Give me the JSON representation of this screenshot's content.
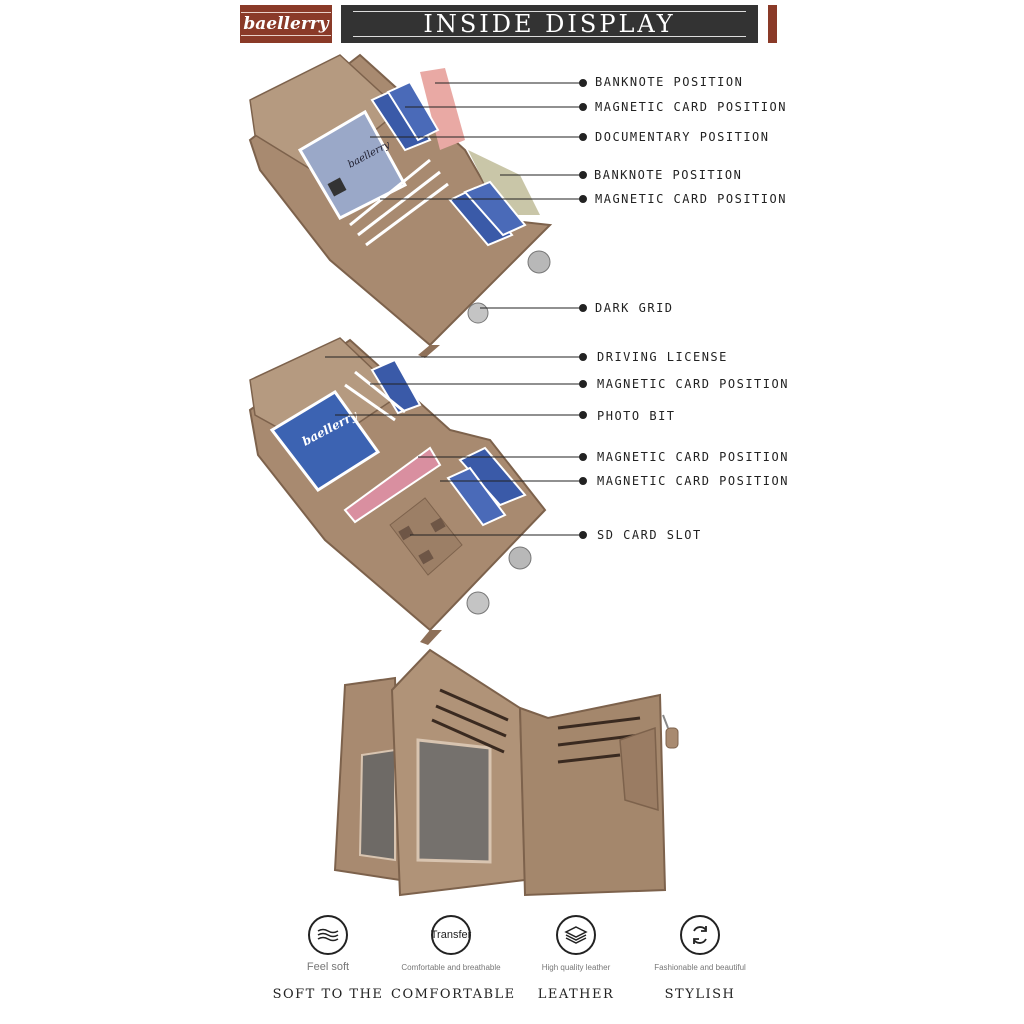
{
  "header": {
    "brand": "baellerry",
    "title": "INSIDE DISPLAY"
  },
  "callouts_wallet1": [
    "BANKNOTE POSITION",
    "MAGNETIC CARD POSITION",
    "DOCUMENTARY POSITION",
    "BANKNOTE POSITION",
    "MAGNETIC CARD POSITION",
    "DARK GRID"
  ],
  "callouts_wallet2": [
    "DRIVING LICENSE",
    "MAGNETIC CARD POSITION",
    "PHOTO BIT",
    "MAGNETIC CARD POSITION",
    "MAGNETIC CARD POSITION",
    "SD CARD SLOT"
  ],
  "card_brand": "baellerry",
  "features": [
    {
      "icon": "waves-icon",
      "icon_text": "",
      "sub": "Feel soft",
      "caption": "SOFT TO THE"
    },
    {
      "icon": "transfer-icon",
      "icon_text": "Transfer",
      "sub": "Comfortable and breathable",
      "caption": "COMFORTABLE"
    },
    {
      "icon": "layers-icon",
      "icon_text": "",
      "sub": "High quality leather",
      "caption": "LEATHER"
    },
    {
      "icon": "refresh-icon",
      "icon_text": "",
      "sub": "Fashionable and beautiful",
      "caption": "STYLISH"
    }
  ],
  "colors": {
    "brand_red": "#8a3a28",
    "header_dark": "#333333",
    "leather": "#a88a70",
    "leather_dark": "#8e7058",
    "card_blue": "#3a5aa8"
  }
}
